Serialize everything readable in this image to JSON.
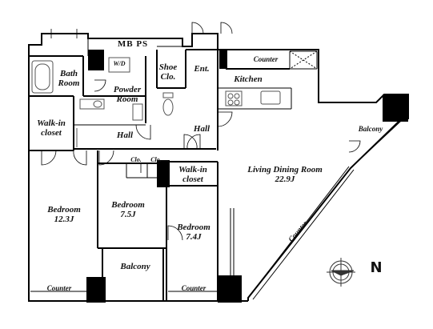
{
  "rooms": {
    "mb_ps": "MB  PS",
    "bath_room": [
      "Bath",
      "Room"
    ],
    "wd": "W/D",
    "powder_room": [
      "Powder",
      "Room"
    ],
    "shoe_clo": [
      "Shoe",
      "Clo."
    ],
    "ent": "Ent.",
    "counter_top": "Counter",
    "kitchen": "Kitchen",
    "walkin_closet_left": [
      "Walk-in",
      "closet"
    ],
    "hall_left": "Hall",
    "hall_right": "Hall",
    "balcony_right": "Balcony",
    "clo_1": "Clo.",
    "clo_2": "Clo.",
    "walkin_closet_mid": [
      "Walk-in",
      "closet"
    ],
    "living_dining": [
      "Living Dining Room",
      "22.9J"
    ],
    "bedroom_1": [
      "Bedroom",
      "12.3J"
    ],
    "bedroom_2": [
      "Bedroom",
      "7.5J"
    ],
    "bedroom_3": [
      "Bedroom",
      "7.4J"
    ],
    "balcony_bottom": "Balcony",
    "counter_left": "Counter",
    "counter_mid": "Counter",
    "counter_diag": "Counter"
  },
  "compass": {
    "north_label": "N"
  },
  "colors": {
    "wall": "#000000",
    "fixture": "#555555",
    "background": "#ffffff"
  }
}
